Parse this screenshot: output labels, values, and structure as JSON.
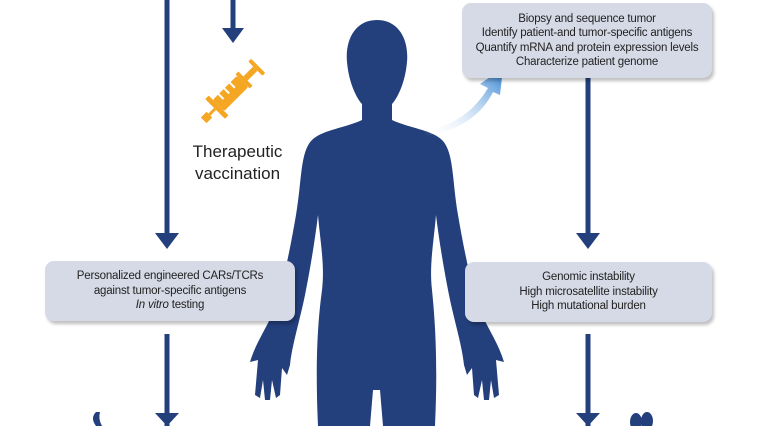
{
  "colors": {
    "navy": "#233f7c",
    "box": "#d6dae6",
    "syringe": "#f5a623"
  },
  "boxes": {
    "top_right": [
      "Biopsy and sequence tumor",
      "Identify patient-and tumor-specific antigens",
      "Quantify mRNA and protein expression levels",
      "Characterize patient genome"
    ],
    "left": {
      "line1": "Personalized engineered CARs/TCRs",
      "line2": "against tumor-specific antigens",
      "line3_italic": "In vitro",
      "line3_rest": " testing"
    },
    "bottom_right": [
      "Genomic instability",
      "High microsatellite instability",
      "High mutational burden"
    ]
  },
  "vaccination": {
    "line1": "Therapeutic",
    "line2": "vaccination",
    "icon": "syringe-icon"
  }
}
